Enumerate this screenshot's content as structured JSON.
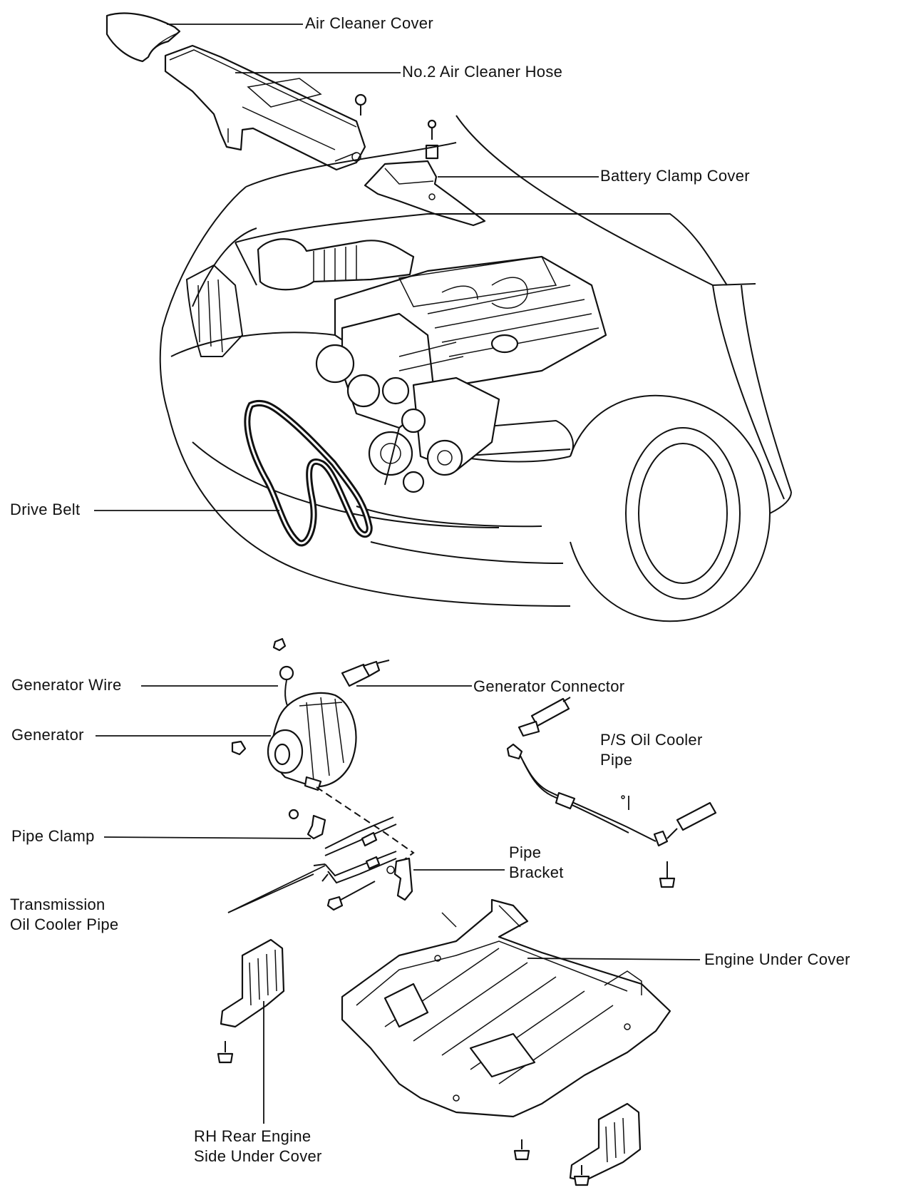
{
  "labels": {
    "air_cleaner_cover": "Air Cleaner Cover",
    "air_cleaner_hose": "No.2 Air Cleaner Hose",
    "battery_clamp_cover": "Battery Clamp Cover",
    "drive_belt": "Drive Belt",
    "generator_wire": "Generator Wire",
    "generator_connector": "Generator Connector",
    "generator": "Generator",
    "ps_oil_cooler_pipe_1": "P/S Oil Cooler",
    "ps_oil_cooler_pipe_2": "Pipe",
    "pipe_clamp": "Pipe Clamp",
    "pipe_bracket_1": "Pipe",
    "pipe_bracket_2": "Bracket",
    "transmission_pipe_1": "Transmission",
    "transmission_pipe_2": "Oil Cooler Pipe",
    "engine_under_cover": "Engine Under Cover",
    "rh_rear_cover_1": "RH Rear Engine",
    "rh_rear_cover_2": "Side Under Cover"
  },
  "icons": [
    "bolt-icon",
    "nut-icon",
    "clip-icon"
  ]
}
